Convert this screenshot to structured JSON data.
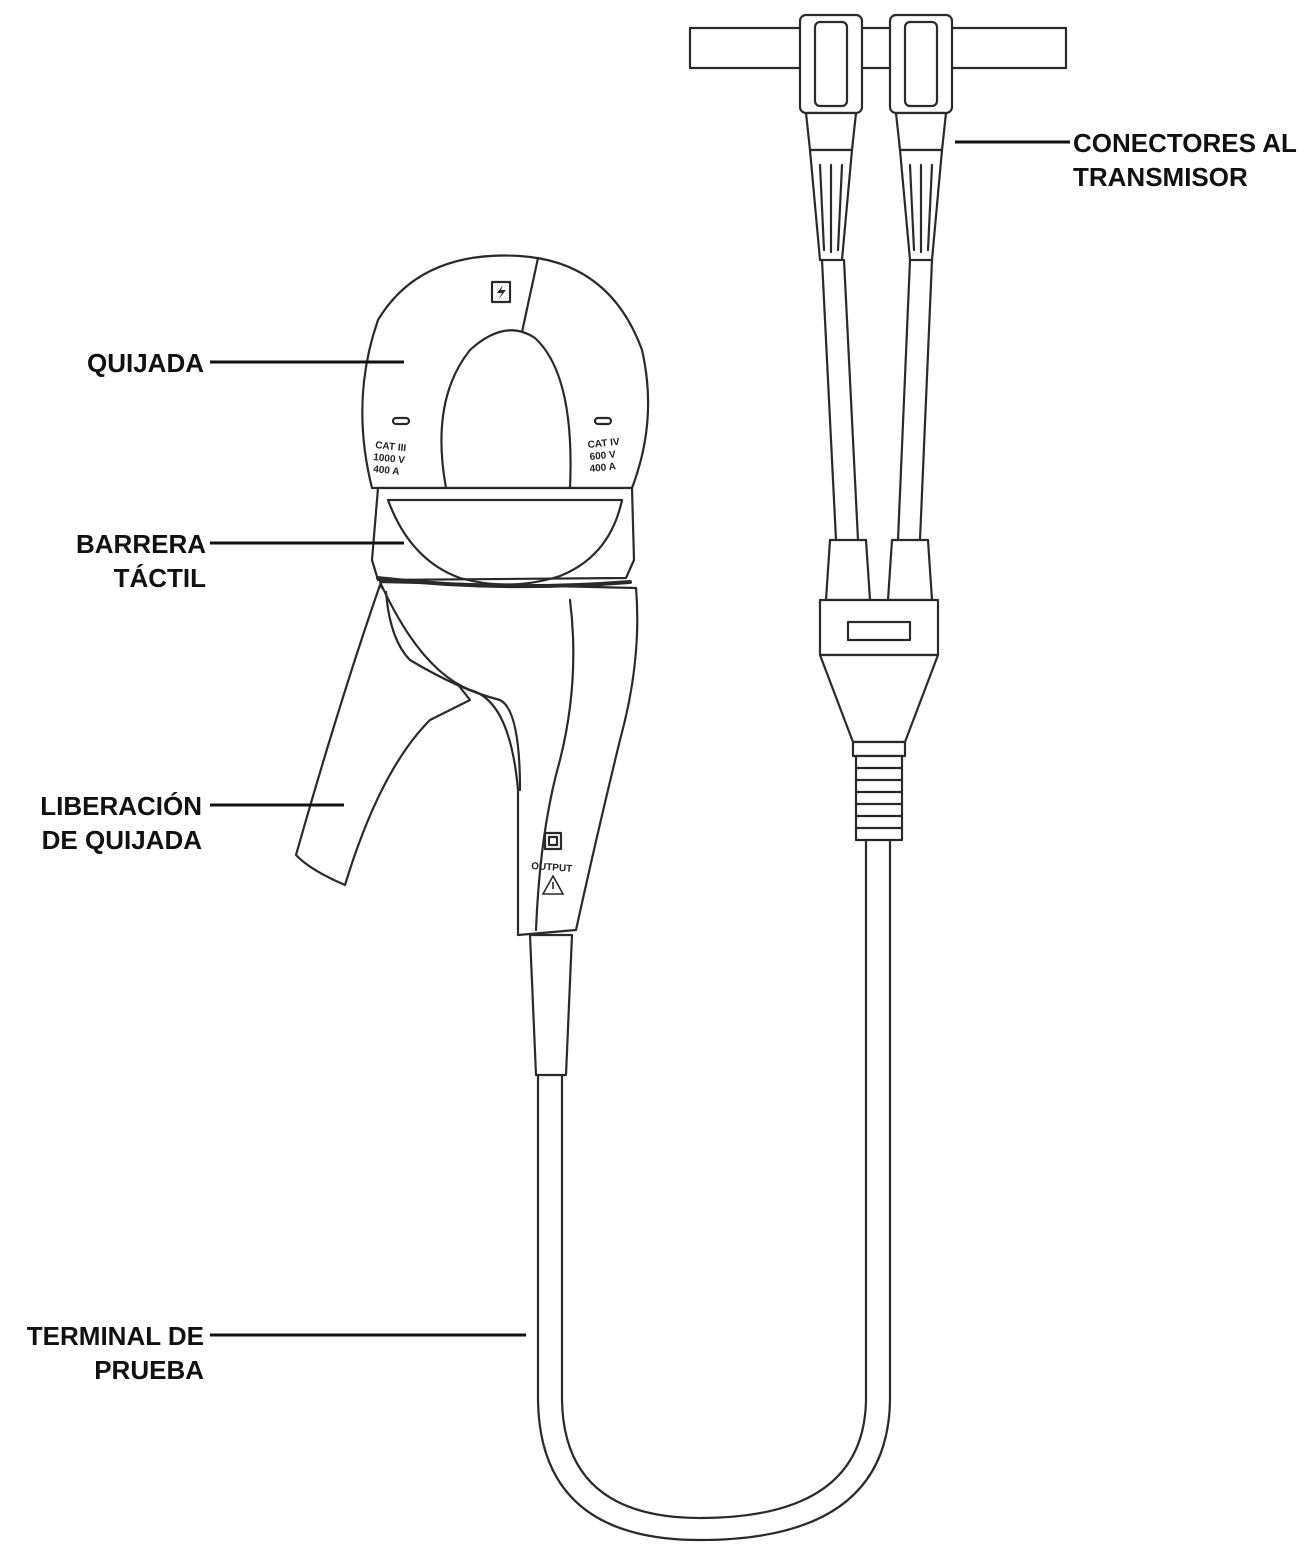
{
  "labels": {
    "jaw": "QUIJADA",
    "barrier_line1": "BARRERA",
    "barrier_line2": "TÁCTIL",
    "release_line1": "LIBERACIÓN",
    "release_line2": "DE QUIJADA",
    "lead_line1": "TERMINAL DE",
    "lead_line2": "PRUEBA",
    "conn_line1": "CONECTORES AL",
    "conn_line2": "TRANSMISOR"
  },
  "markings": {
    "left_cat": "CAT III",
    "left_volts": "1000 V",
    "left_amps": "400 A",
    "right_cat": "CAT IV",
    "right_volts": "600 V",
    "right_amps": "400 A",
    "output": "OUTPUT"
  },
  "icons": [
    "high-voltage-symbol-icon",
    "double-insulation-icon",
    "warning-triangle-icon"
  ],
  "colors": {
    "line": "#2a2a2a",
    "text": "#111111",
    "background": "#ffffff"
  }
}
